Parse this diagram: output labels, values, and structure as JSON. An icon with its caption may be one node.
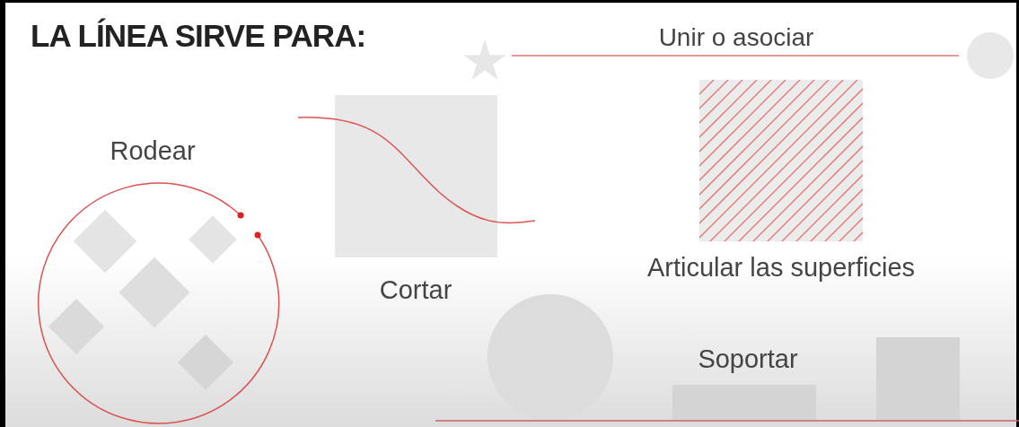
{
  "diagram": {
    "title": "LA LÍNEA SIRVE PARA:",
    "nodes": [
      {
        "text": [],
        "shape": "star"
      },
      {
        "text": [],
        "shape": "circle"
      }
    ],
    "edges": [
      {
        "from": 0,
        "to": 1,
        "arrow": "none",
        "label": "Unir o asociar"
      }
    ],
    "labels": [
      "Rodear",
      "Cortar",
      "Articular las superficies",
      "Soportar"
    ]
  }
}
